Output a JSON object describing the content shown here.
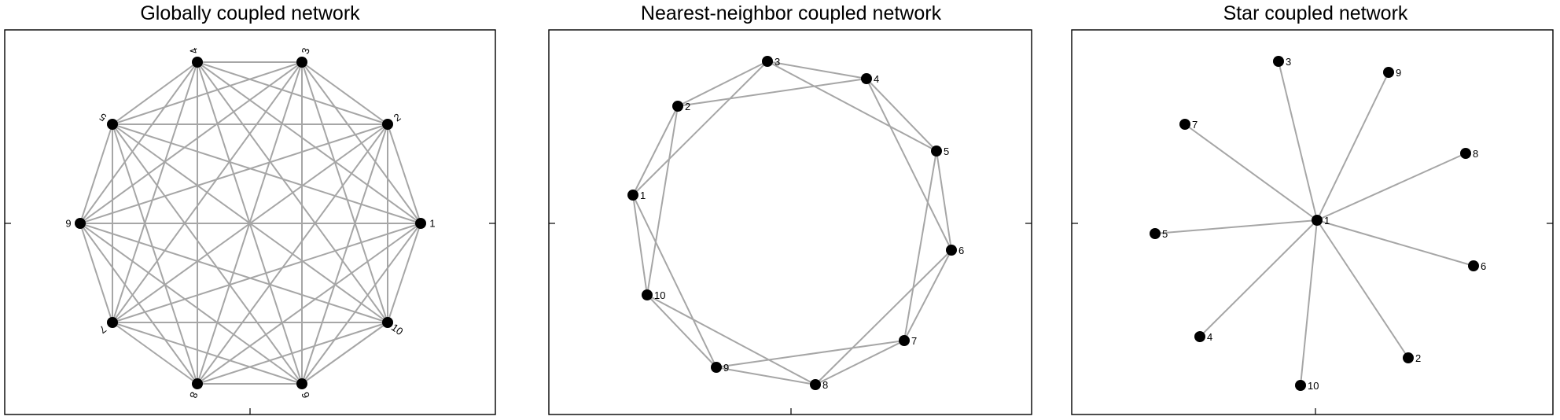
{
  "panels": [
    {
      "title": "Globally coupled network",
      "nodes": [
        {
          "id": 1,
          "label": "1"
        },
        {
          "id": 2,
          "label": "2"
        },
        {
          "id": 3,
          "label": "3"
        },
        {
          "id": 4,
          "label": "4"
        },
        {
          "id": 5,
          "label": "5"
        },
        {
          "id": 6,
          "label": "6"
        },
        {
          "id": 7,
          "label": "7"
        },
        {
          "id": 8,
          "label": "8"
        },
        {
          "id": 9,
          "label": "9"
        },
        {
          "id": 10,
          "label": "10"
        }
      ],
      "edges": [
        [
          1,
          2
        ],
        [
          1,
          3
        ],
        [
          1,
          4
        ],
        [
          1,
          5
        ],
        [
          1,
          6
        ],
        [
          1,
          7
        ],
        [
          1,
          8
        ],
        [
          1,
          9
        ],
        [
          1,
          10
        ],
        [
          2,
          3
        ],
        [
          2,
          4
        ],
        [
          2,
          5
        ],
        [
          2,
          6
        ],
        [
          2,
          7
        ],
        [
          2,
          8
        ],
        [
          2,
          9
        ],
        [
          2,
          10
        ],
        [
          3,
          4
        ],
        [
          3,
          5
        ],
        [
          3,
          6
        ],
        [
          3,
          7
        ],
        [
          3,
          8
        ],
        [
          3,
          9
        ],
        [
          3,
          10
        ],
        [
          4,
          5
        ],
        [
          4,
          6
        ],
        [
          4,
          7
        ],
        [
          4,
          8
        ],
        [
          4,
          9
        ],
        [
          4,
          10
        ],
        [
          5,
          6
        ],
        [
          5,
          7
        ],
        [
          5,
          8
        ],
        [
          5,
          9
        ],
        [
          5,
          10
        ],
        [
          6,
          7
        ],
        [
          6,
          8
        ],
        [
          6,
          9
        ],
        [
          6,
          10
        ],
        [
          7,
          8
        ],
        [
          7,
          9
        ],
        [
          7,
          10
        ],
        [
          8,
          9
        ],
        [
          8,
          10
        ],
        [
          9,
          10
        ]
      ]
    },
    {
      "title": "Nearest-neighbor coupled network",
      "nodes": [
        {
          "id": 1,
          "label": "1"
        },
        {
          "id": 2,
          "label": "2"
        },
        {
          "id": 3,
          "label": "3"
        },
        {
          "id": 4,
          "label": "4"
        },
        {
          "id": 5,
          "label": "5"
        },
        {
          "id": 6,
          "label": "6"
        },
        {
          "id": 7,
          "label": "7"
        },
        {
          "id": 8,
          "label": "8"
        },
        {
          "id": 9,
          "label": "9"
        },
        {
          "id": 10,
          "label": "10"
        }
      ],
      "edges": [
        [
          1,
          2
        ],
        [
          1,
          3
        ],
        [
          1,
          9
        ],
        [
          1,
          10
        ],
        [
          2,
          3
        ],
        [
          2,
          4
        ],
        [
          2,
          10
        ],
        [
          3,
          4
        ],
        [
          3,
          5
        ],
        [
          4,
          5
        ],
        [
          4,
          6
        ],
        [
          5,
          6
        ],
        [
          5,
          7
        ],
        [
          6,
          7
        ],
        [
          6,
          8
        ],
        [
          7,
          8
        ],
        [
          7,
          9
        ],
        [
          8,
          9
        ],
        [
          8,
          10
        ],
        [
          9,
          10
        ]
      ]
    },
    {
      "title": "Star coupled network",
      "nodes": [
        {
          "id": 1,
          "label": "1"
        },
        {
          "id": 2,
          "label": "2"
        },
        {
          "id": 3,
          "label": "3"
        },
        {
          "id": 4,
          "label": "4"
        },
        {
          "id": 5,
          "label": "5"
        },
        {
          "id": 6,
          "label": "6"
        },
        {
          "id": 7,
          "label": "7"
        },
        {
          "id": 8,
          "label": "8"
        },
        {
          "id": 9,
          "label": "9"
        },
        {
          "id": 10,
          "label": "10"
        }
      ],
      "edges": [
        [
          1,
          2
        ],
        [
          1,
          3
        ],
        [
          1,
          4
        ],
        [
          1,
          5
        ],
        [
          1,
          6
        ],
        [
          1,
          7
        ],
        [
          1,
          8
        ],
        [
          1,
          9
        ],
        [
          1,
          10
        ]
      ]
    }
  ],
  "colors": {
    "edge": "#a6a6a6",
    "node": "#000000",
    "frame": "#000000",
    "background": "#ffffff"
  }
}
